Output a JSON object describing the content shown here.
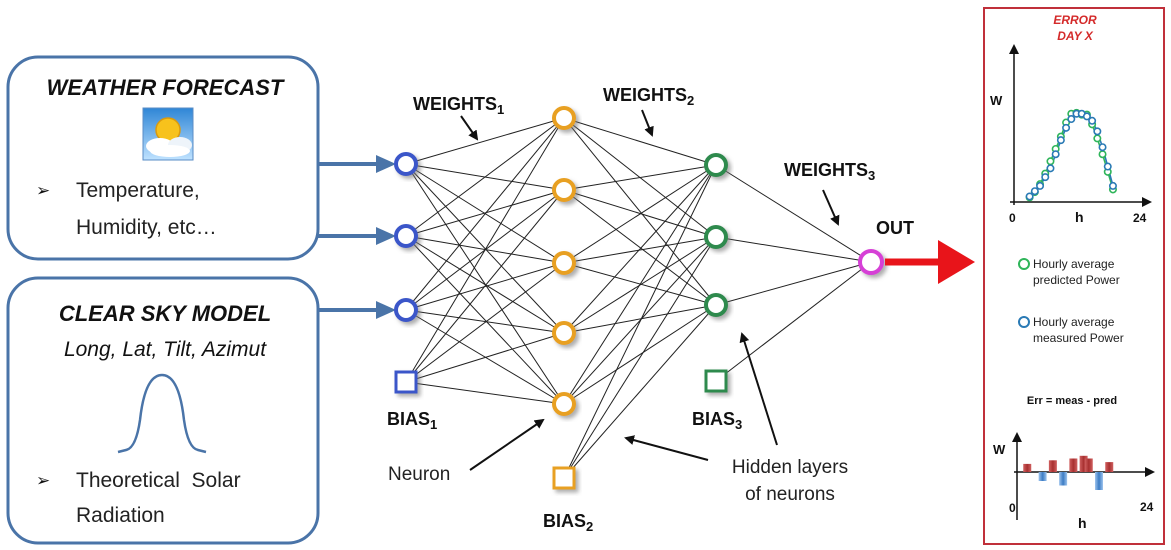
{
  "input_box_top": {
    "title": "WEATHER FORECAST",
    "bullet_char": "➢",
    "bullet_line1": "Temperature,",
    "bullet_line2": "Humidity, etc…",
    "icon": "sun-cloud-icon"
  },
  "input_box_bottom": {
    "title": "CLEAR SKY MODEL",
    "subtitle": "Long, Lat, Tilt, Azimut",
    "bullet_char": "➢",
    "bullet_line1": "Theoretical  Solar",
    "bullet_line2": "Radiation",
    "icon": "bell-curve-icon"
  },
  "network": {
    "weights1": "WEIGHTS",
    "weights1_sub": "1",
    "weights2": "WEIGHTS",
    "weights2_sub": "2",
    "weights3": "WEIGHTS",
    "weights3_sub": "3",
    "bias1": "BIAS",
    "bias1_sub": "1",
    "bias2": "BIAS",
    "bias2_sub": "2",
    "bias3": "BIAS",
    "bias3_sub": "3",
    "out_label": "OUT",
    "neuron_label": "Neuron",
    "hidden_line1": "Hidden layers",
    "hidden_line2": "of neurons"
  },
  "error_panel": {
    "title_line1": "ERROR",
    "title_line2": "DAY X",
    "chart_top": {
      "y_label": "W",
      "x_label": "h",
      "x_start": "0",
      "x_end": "24"
    },
    "legend": {
      "predicted_line1": "Hourly average",
      "predicted_line2": "predicted Power",
      "measured_line1": "Hourly average",
      "measured_line2": "measured Power"
    },
    "formula": "Err = meas - pred",
    "chart_bottom": {
      "y_label": "W",
      "x_label": "h",
      "x_start": "0",
      "x_end": "24"
    }
  },
  "colors": {
    "box_border": "#4a74a8",
    "input_arrow": "#4a74a8",
    "input_neuron": "#3b57c9",
    "hidden1_neuron": "#e8a020",
    "hidden2_neuron": "#2e8a4e",
    "out_neuron": "#d63fd6",
    "out_arrow": "#e8141a",
    "panel_border": "#c0303a",
    "error_title": "#d42a2a",
    "predicted": "#2fb55a",
    "measured": "#2a7ab5",
    "bar_positive": "#b03a38",
    "bar_negative": "#3c7cc4"
  },
  "chart_data": [
    {
      "type": "line",
      "x_range": [
        0,
        24
      ],
      "series": [
        {
          "name": "Hourly average predicted Power",
          "x": [
            3,
            4,
            5,
            6,
            7,
            8,
            9,
            10,
            11,
            12,
            13,
            14,
            15,
            16,
            17,
            18,
            19
          ],
          "values": [
            0.03,
            0.09,
            0.18,
            0.3,
            0.44,
            0.58,
            0.72,
            0.88,
            0.98,
            0.99,
            0.97,
            0.97,
            0.86,
            0.7,
            0.52,
            0.32,
            0.12
          ]
        },
        {
          "name": "Hourly average measured Power",
          "x": [
            3,
            4,
            5,
            6,
            7,
            8,
            9,
            10,
            11,
            12,
            13,
            14,
            15,
            16,
            17,
            18,
            19
          ],
          "values": [
            0.04,
            0.1,
            0.16,
            0.26,
            0.36,
            0.52,
            0.68,
            0.82,
            0.92,
            0.98,
            0.98,
            0.95,
            0.9,
            0.78,
            0.6,
            0.38,
            0.16
          ]
        }
      ]
    },
    {
      "type": "bar",
      "x_range": [
        0,
        24
      ],
      "series": [
        {
          "name": "Err = meas - pred",
          "x": [
            2,
            5,
            7,
            9,
            11,
            13,
            14,
            16,
            18
          ],
          "values": [
            0.45,
            -0.5,
            0.65,
            -0.75,
            0.75,
            0.9,
            0.75,
            -1.0,
            0.55
          ]
        }
      ]
    }
  ]
}
